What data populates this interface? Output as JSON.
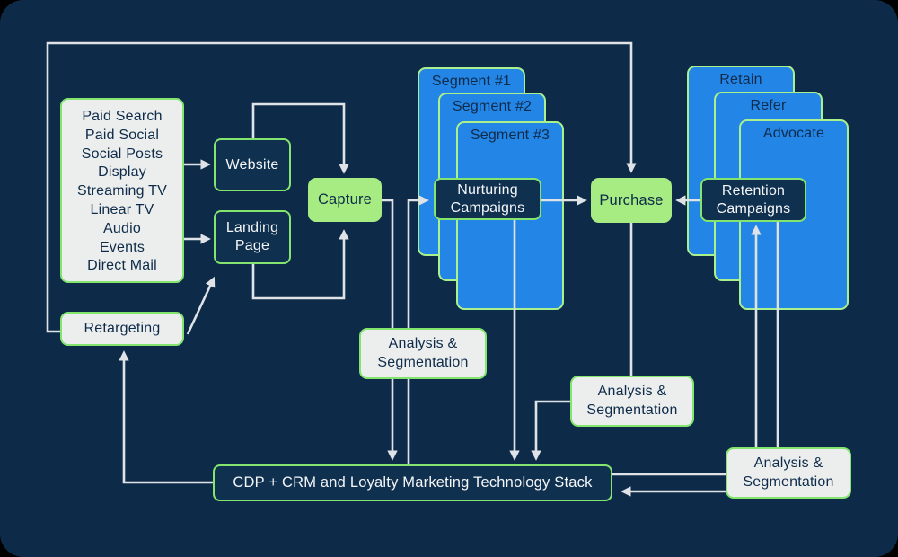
{
  "palette": {
    "background": "#000000",
    "canvas": "#0d2b49",
    "navy_box": "#10304f",
    "card_blue": "#2385e6",
    "card_border": "#aaf08c",
    "green_border": "#84e56e",
    "green_fill": "#a6ec82",
    "light_fill": "#eceeee",
    "navy_text": "#0e2b49",
    "white_text": "#f4f6f8",
    "line": "#dfe3e7"
  },
  "channels": {
    "items": [
      "Paid Search",
      "Paid Social",
      "Social Posts",
      "Display",
      "Streaming TV",
      "Linear TV",
      "Audio",
      "Events",
      "Direct Mail"
    ]
  },
  "nodes": {
    "retargeting": {
      "label": "Retargeting"
    },
    "website": {
      "label": "Website"
    },
    "landing_page": {
      "label": "Landing Page"
    },
    "capture": {
      "label": "Capture"
    },
    "purchase": {
      "label": "Purchase"
    },
    "nurturing_campaigns": {
      "label": "Nurturing Campaigns"
    },
    "retention_campaigns": {
      "label": "Retention Campaigns"
    },
    "analysis_segmentation": {
      "label": "Analysis & Segmentation"
    },
    "cdp_stack": {
      "label": "CDP + CRM and Loyalty Marketing Technology Stack"
    }
  },
  "segments": {
    "items": [
      "Segment #1",
      "Segment #2",
      "Segment #3"
    ]
  },
  "retention_stack": {
    "items": [
      "Retain",
      "Refer",
      "Advocate"
    ]
  }
}
